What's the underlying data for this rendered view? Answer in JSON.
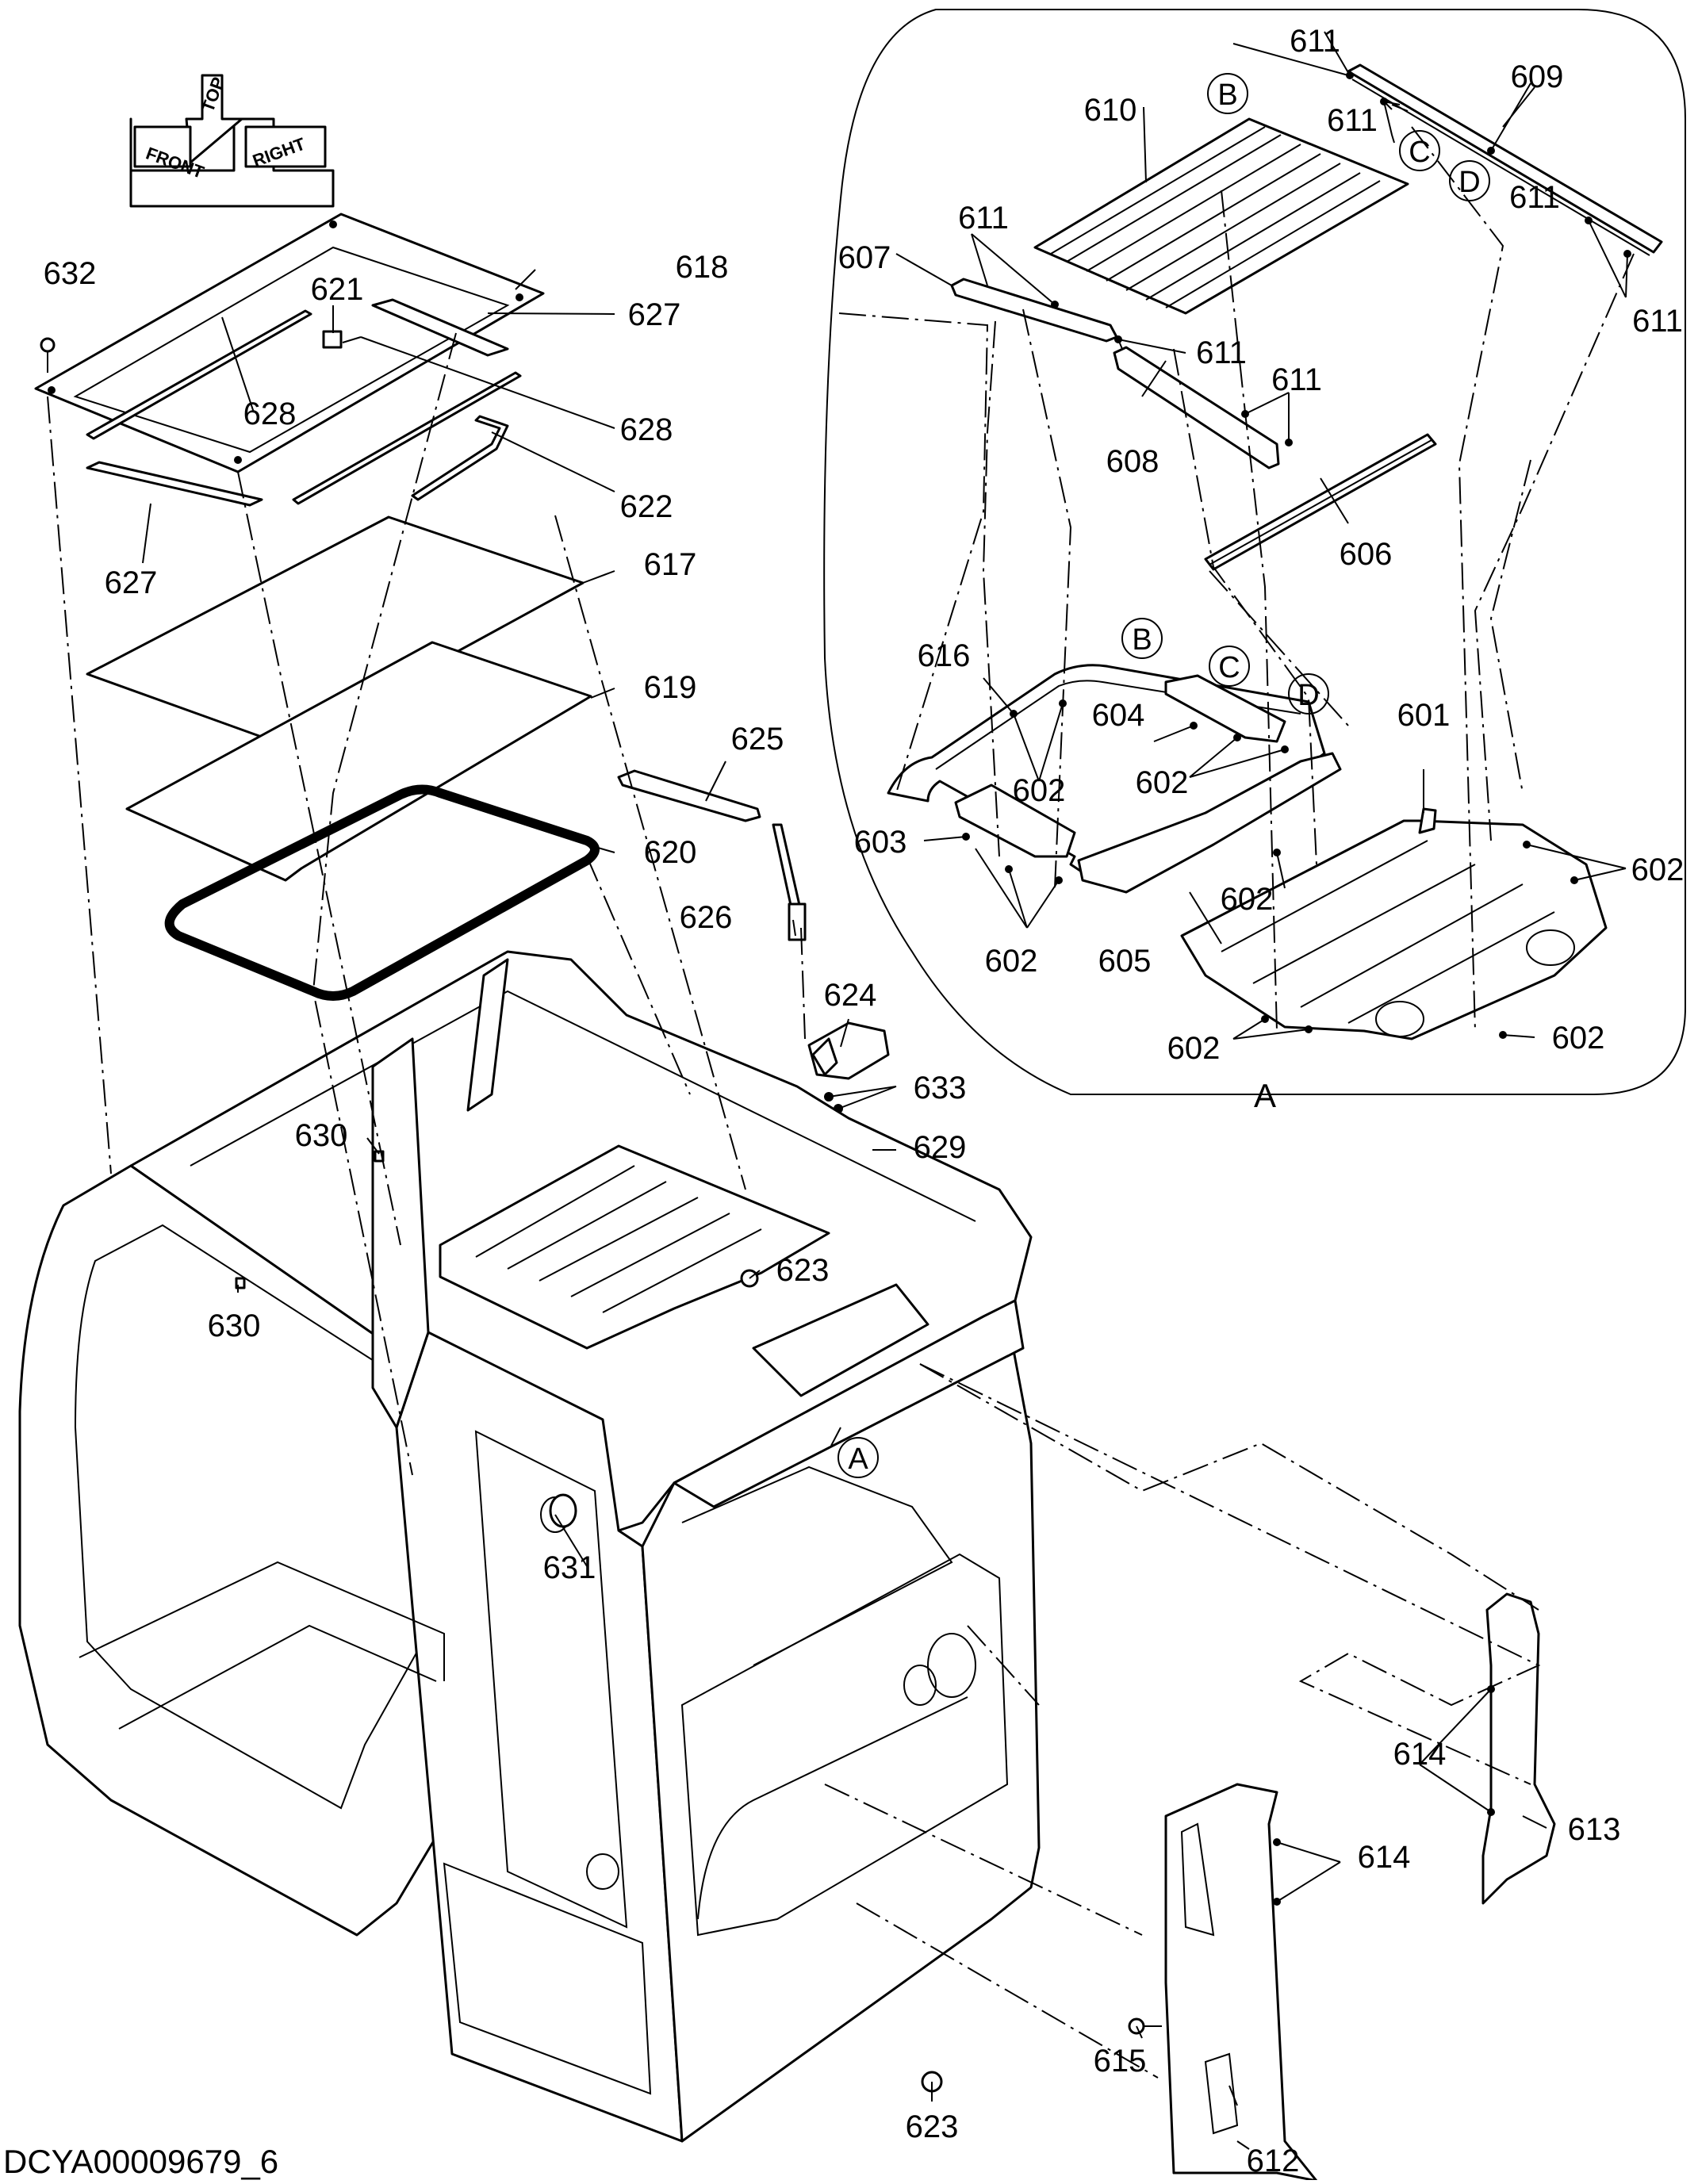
{
  "diagram": {
    "drawing_code": "DCYA00009679_6",
    "orientation_labels": [
      "FRONT",
      "TOP",
      "RIGHT"
    ],
    "detail_view_label": "A",
    "reference_markers": [
      "A",
      "B",
      "C",
      "D"
    ],
    "part_numbers": {
      "p601": "601",
      "p602": "602",
      "p603": "603",
      "p604": "604",
      "p605": "605",
      "p606": "606",
      "p607": "607",
      "p608": "608",
      "p609": "609",
      "p610": "610",
      "p611": "611",
      "p612": "612",
      "p613": "613",
      "p614": "614",
      "p615": "615",
      "p616": "616",
      "p617": "617",
      "p618": "618",
      "p619": "619",
      "p620": "620",
      "p621": "621",
      "p622": "622",
      "p623": "623",
      "p624": "624",
      "p625": "625",
      "p626": "626",
      "p627": "627",
      "p628": "628",
      "p629": "629",
      "p630": "630",
      "p631": "631",
      "p632": "632",
      "p633": "633"
    }
  }
}
